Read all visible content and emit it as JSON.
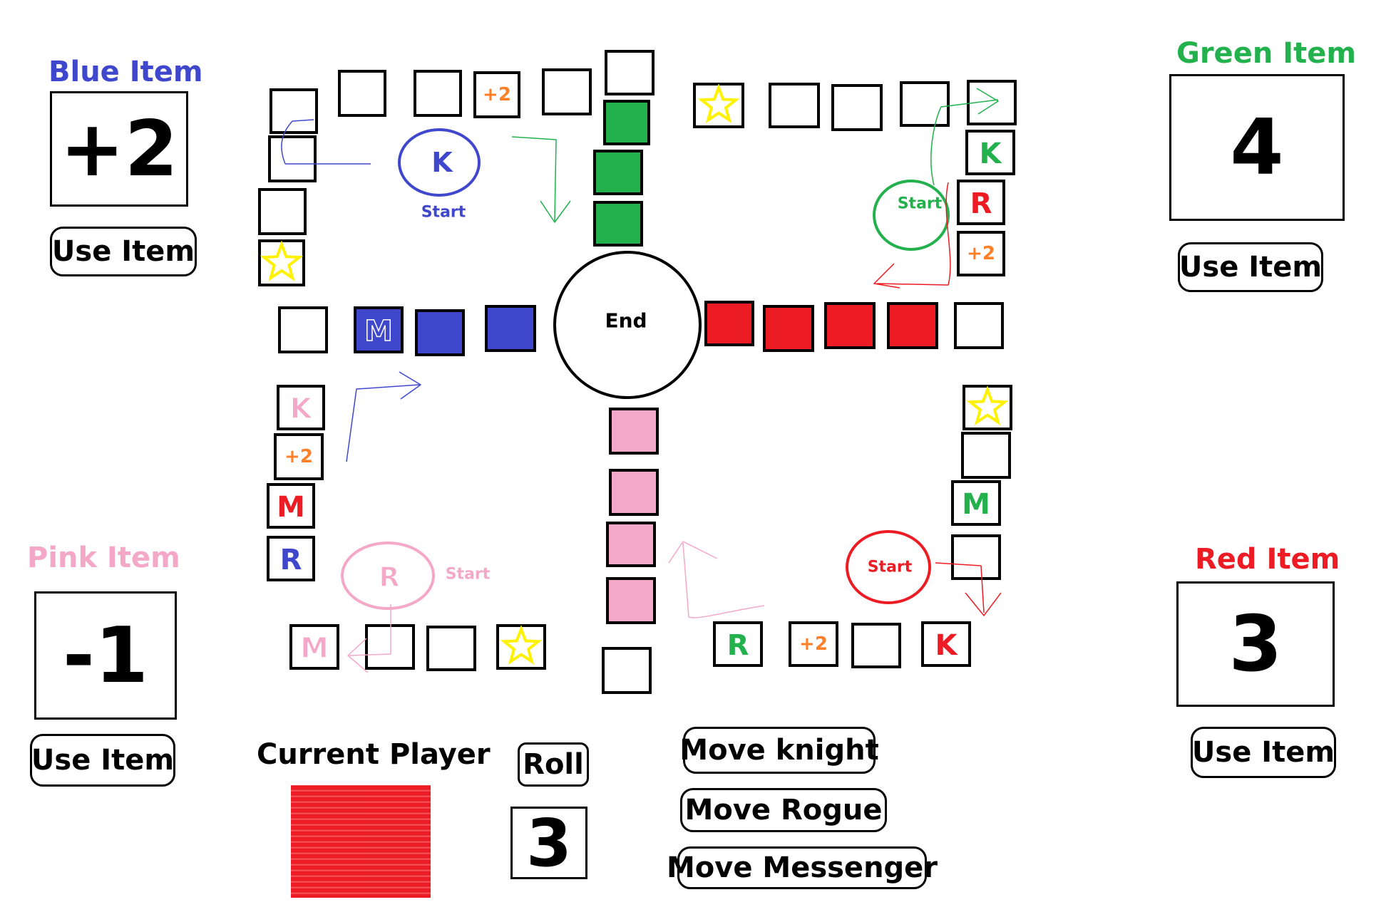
{
  "players": {
    "blue": {
      "title": "Blue Item",
      "value": "+2",
      "button": "Use Item",
      "color": "#3f48cc"
    },
    "green": {
      "title": "Green Item",
      "value": "4",
      "button": "Use Item",
      "color": "#22b14c"
    },
    "pink": {
      "title": "Pink Item",
      "value": "-1",
      "button": "Use Item",
      "color": "#f4a8c8"
    },
    "red": {
      "title": "Red Item",
      "value": "3",
      "button": "Use Item",
      "color": "#ed1c24"
    }
  },
  "board": {
    "center_label": "End",
    "start_label": "Start",
    "bonus_label": "+2",
    "piece_codes": {
      "knight": "K",
      "rogue": "R",
      "messenger": "M"
    },
    "star_color": "#fff200",
    "bonus_color": "#ff7f27"
  },
  "current_player": {
    "label": "Current Player",
    "color": "#ed1c24"
  },
  "roll": {
    "button": "Roll",
    "value": "3"
  },
  "actions": {
    "move_knight": "Move knight",
    "move_rogue": "Move Rogue",
    "move_messenger": "Move Messenger"
  }
}
